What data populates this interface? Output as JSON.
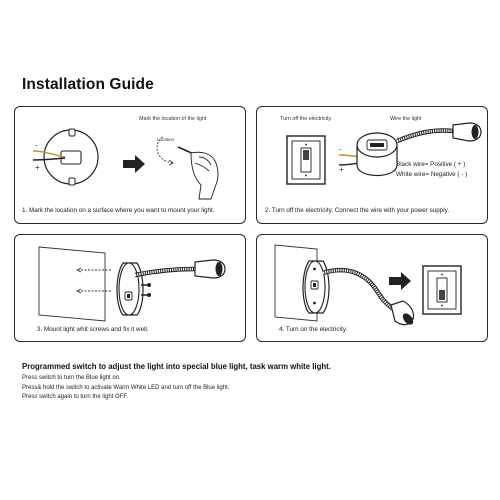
{
  "title": "Installation Guide",
  "panel1": {
    "mark_label": "Mark the location of the light",
    "location_label": "Location",
    "minus": "-",
    "plus": "+",
    "caption": "1. Mark the location on a surface where you want to mount your light."
  },
  "panel2": {
    "turn_off_label": "Turn off the electricity",
    "wire_label": "Wire the light",
    "minus": "-",
    "plus": "+",
    "black_wire": "Black wire= Positive ( + )",
    "white_wire": "White wire= Negative ( - )",
    "caption": "2. Turn off the electricity. Connect the wire with your power supply."
  },
  "panel3": {
    "caption": "3. Mount light whit screws and fix it well."
  },
  "panel4": {
    "caption": "4. Turn on the electricity."
  },
  "notes": {
    "heading": "Programmed switch to adjust the light into special blue light, task warm white light.",
    "lines": [
      "Press switch to turn the Blue light on.",
      "Press& hold the switch to activate Warm White LED and turn off the Blue light.",
      "Press switch again to turn the light OFF."
    ]
  }
}
